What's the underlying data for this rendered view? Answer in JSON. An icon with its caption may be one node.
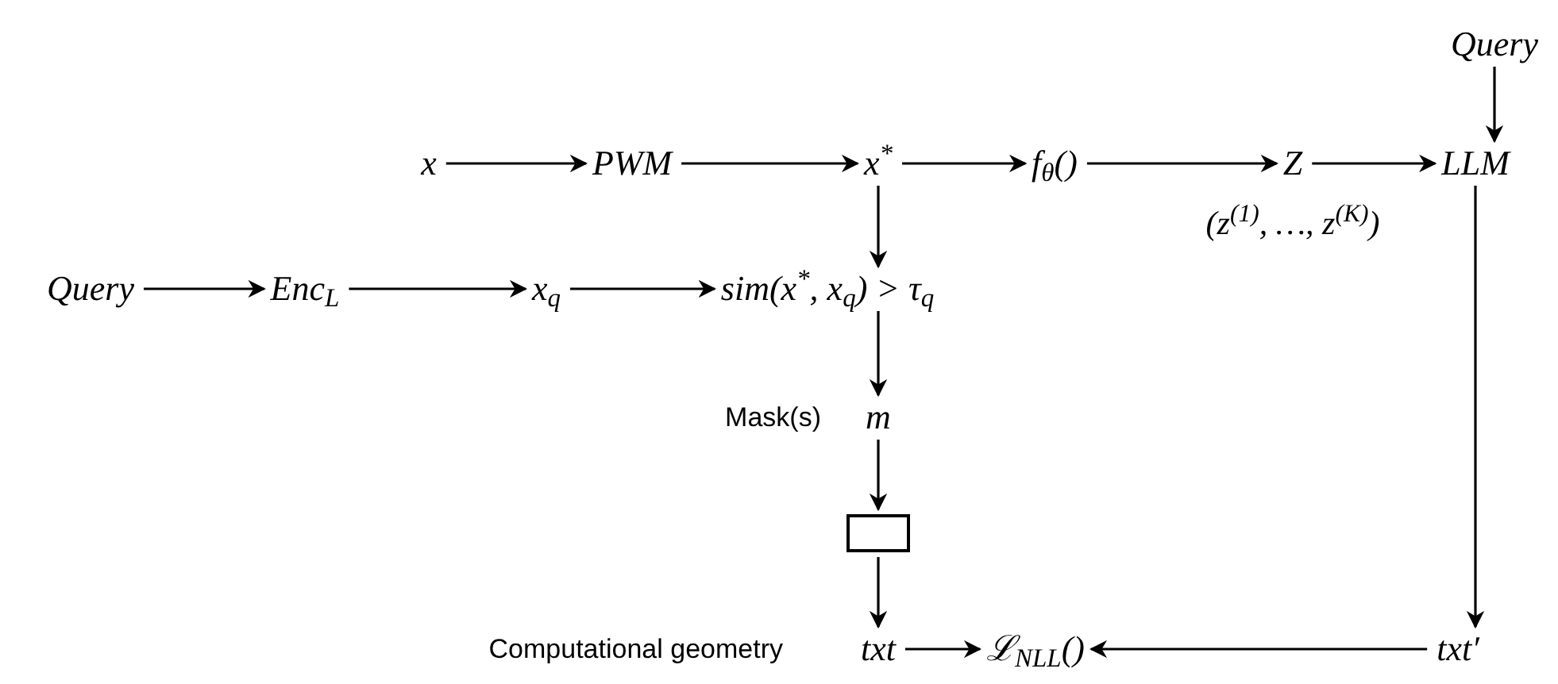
{
  "diagram": {
    "nodes": [
      {
        "text": [
          "Query"
        ]
      },
      {
        "text": [
          "x"
        ]
      },
      {
        "text": [
          "PWM"
        ]
      },
      {
        "text": [
          "x$^{*}$"
        ]
      },
      {
        "text": [
          "f$_{θ}$()"
        ]
      },
      {
        "text": [
          "Z"
        ],
        "beside": [
          "(z$^{(1)}$, …, z$^{(K)}$)"
        ]
      },
      {
        "text": [
          "LLM"
        ]
      },
      {
        "text": [
          "Query"
        ]
      },
      {
        "text": [
          "Enc$_{L}$"
        ]
      },
      {
        "text": [
          "x$_{q}$"
        ]
      },
      {
        "text": [
          "sim(x$^{*}$, x$_{q}$) > τ$_{q}$"
        ]
      },
      {
        "text": [
          "m"
        ],
        "beside": [
          "Mask(s)"
        ]
      },
      {
        "text": [],
        "shape": "box"
      },
      {
        "text": [
          "txt"
        ],
        "beside": [
          "Computational geometry"
        ]
      },
      {
        "text": [
          "ℒ$_{NLL}$()"
        ]
      },
      {
        "text": [
          "txt′"
        ]
      }
    ],
    "edges": [
      {
        "from": 0,
        "to": 6,
        "arrow": "to"
      },
      {
        "from": 1,
        "to": 2,
        "arrow": "to"
      },
      {
        "from": 2,
        "to": 3,
        "arrow": "to"
      },
      {
        "from": 3,
        "to": 4,
        "arrow": "to"
      },
      {
        "from": 4,
        "to": 5,
        "arrow": "to"
      },
      {
        "from": 5,
        "to": 6,
        "arrow": "to"
      },
      {
        "from": 3,
        "to": 10,
        "arrow": "to"
      },
      {
        "from": 7,
        "to": 8,
        "arrow": "to"
      },
      {
        "from": 8,
        "to": 9,
        "arrow": "to"
      },
      {
        "from": 9,
        "to": 10,
        "arrow": "to"
      },
      {
        "from": 10,
        "to": 11,
        "arrow": "to"
      },
      {
        "from": 11,
        "to": 12,
        "arrow": "to"
      },
      {
        "from": 12,
        "to": 13,
        "arrow": "to"
      },
      {
        "from": 6,
        "to": 15,
        "arrow": "to"
      },
      {
        "from": 13,
        "to": 14,
        "arrow": "to"
      },
      {
        "from": 15,
        "to": 14,
        "arrow": "to"
      }
    ]
  }
}
